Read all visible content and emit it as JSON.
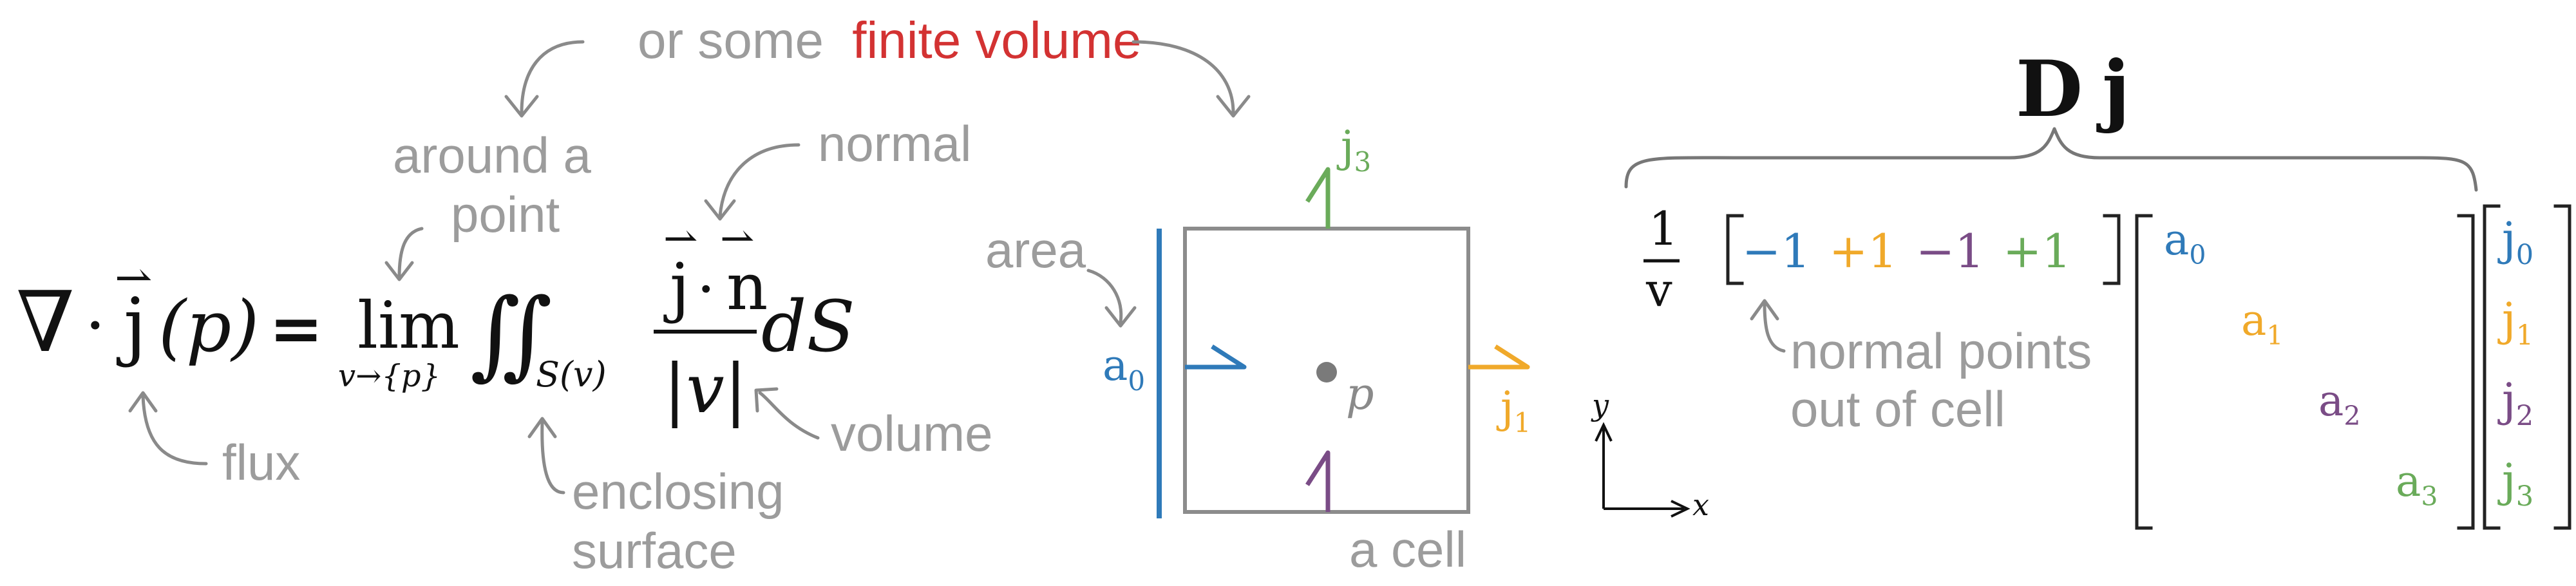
{
  "colors": {
    "annotation_gray": "#9c9c9c",
    "highlight_red": "#d33232",
    "blue": "#2f7ab9",
    "orange": "#f0a92a",
    "purple": "#7a4c86",
    "green": "#6aab5a",
    "black": "#111111",
    "cell_gray": "#8c8c8c"
  },
  "header": {
    "lead": "or some",
    "highlight": "finite volume"
  },
  "annotations": {
    "around_a": "around a",
    "point": "point",
    "normal": "normal",
    "area": "area",
    "flux": "flux",
    "volume": "volume",
    "enclosing": "enclosing",
    "surface": "surface",
    "a_cell": "a cell",
    "normal_points": "normal points",
    "out_of_cell": "out of cell"
  },
  "equation": {
    "nabla": "∇",
    "dot": "·",
    "j": "j",
    "p_arg": "(p)",
    "equals": "=",
    "lim": "lim",
    "lim_sub": "v→{p}",
    "integral": "∬",
    "surface_sub": "S(v)",
    "frac_num_j": "j",
    "frac_num_dot": "·",
    "frac_num_n": "n",
    "frac_den": "|v|",
    "dS": "dS",
    "vector_arrow": "⇀"
  },
  "cell": {
    "labels": {
      "a0": {
        "main": "a",
        "sub": "0"
      },
      "j1": {
        "main": "j",
        "sub": "1"
      },
      "j3": {
        "main": "j",
        "sub": "3"
      },
      "p": "p"
    }
  },
  "axes": {
    "x": "x",
    "y": "y"
  },
  "matrix": {
    "title_D": "D",
    "title_j": "j",
    "frac_num": "1",
    "frac_den": "v",
    "row": [
      {
        "text": "−1",
        "color": "#2f7ab9"
      },
      {
        "text": "+1",
        "color": "#f0a92a"
      },
      {
        "text": "−1",
        "color": "#7a4c86"
      },
      {
        "text": "+1",
        "color": "#6aab5a"
      }
    ],
    "diagonal": [
      {
        "main": "a",
        "sub": "0",
        "color": "#2f7ab9"
      },
      {
        "main": "a",
        "sub": "1",
        "color": "#f0a92a"
      },
      {
        "main": "a",
        "sub": "2",
        "color": "#7a4c86"
      },
      {
        "main": "a",
        "sub": "3",
        "color": "#6aab5a"
      }
    ],
    "vector": [
      {
        "main": "j",
        "sub": "0",
        "color": "#2f7ab9"
      },
      {
        "main": "j",
        "sub": "1",
        "color": "#f0a92a"
      },
      {
        "main": "j",
        "sub": "2",
        "color": "#7a4c86"
      },
      {
        "main": "j",
        "sub": "3",
        "color": "#6aab5a"
      }
    ]
  }
}
